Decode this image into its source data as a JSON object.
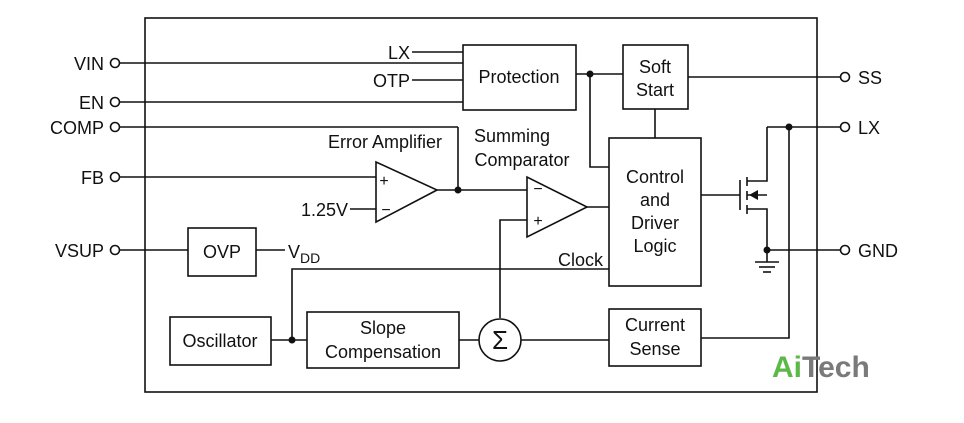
{
  "pins_left": {
    "vin": "VIN",
    "en": "EN",
    "comp": "COMP",
    "fb": "FB",
    "vsup": "VSUP"
  },
  "pins_right": {
    "ss": "SS",
    "lx": "LX",
    "gnd": "GND"
  },
  "blocks": {
    "protection": "Protection",
    "soft_start_line1": "Soft",
    "soft_start_line2": "Start",
    "control_line1": "Control",
    "control_line2": "and",
    "control_line3": "Driver",
    "control_line4": "Logic",
    "ovp": "OVP",
    "oscillator": "Oscillator",
    "slope_line1": "Slope",
    "slope_line2": "Compensation",
    "current_line1": "Current",
    "current_line2": "Sense"
  },
  "labels": {
    "lx_input": "LX",
    "otp_input": "OTP",
    "error_amplifier": "Error Amplifier",
    "summing_line1": "Summing",
    "summing_line2": "Comparator",
    "reference_voltage": "1.25V",
    "vdd_main": "V",
    "vdd_sub": "DD",
    "clock": "Clock",
    "plus_sign": "+",
    "minus_sign": "−",
    "sigma": "Σ"
  },
  "watermark": {
    "part1": "Ai",
    "part2": "Tech",
    "color1": "#5cb848",
    "color2": "#7a7a7a"
  },
  "colors": {
    "line": "#111111",
    "background": "#ffffff"
  }
}
